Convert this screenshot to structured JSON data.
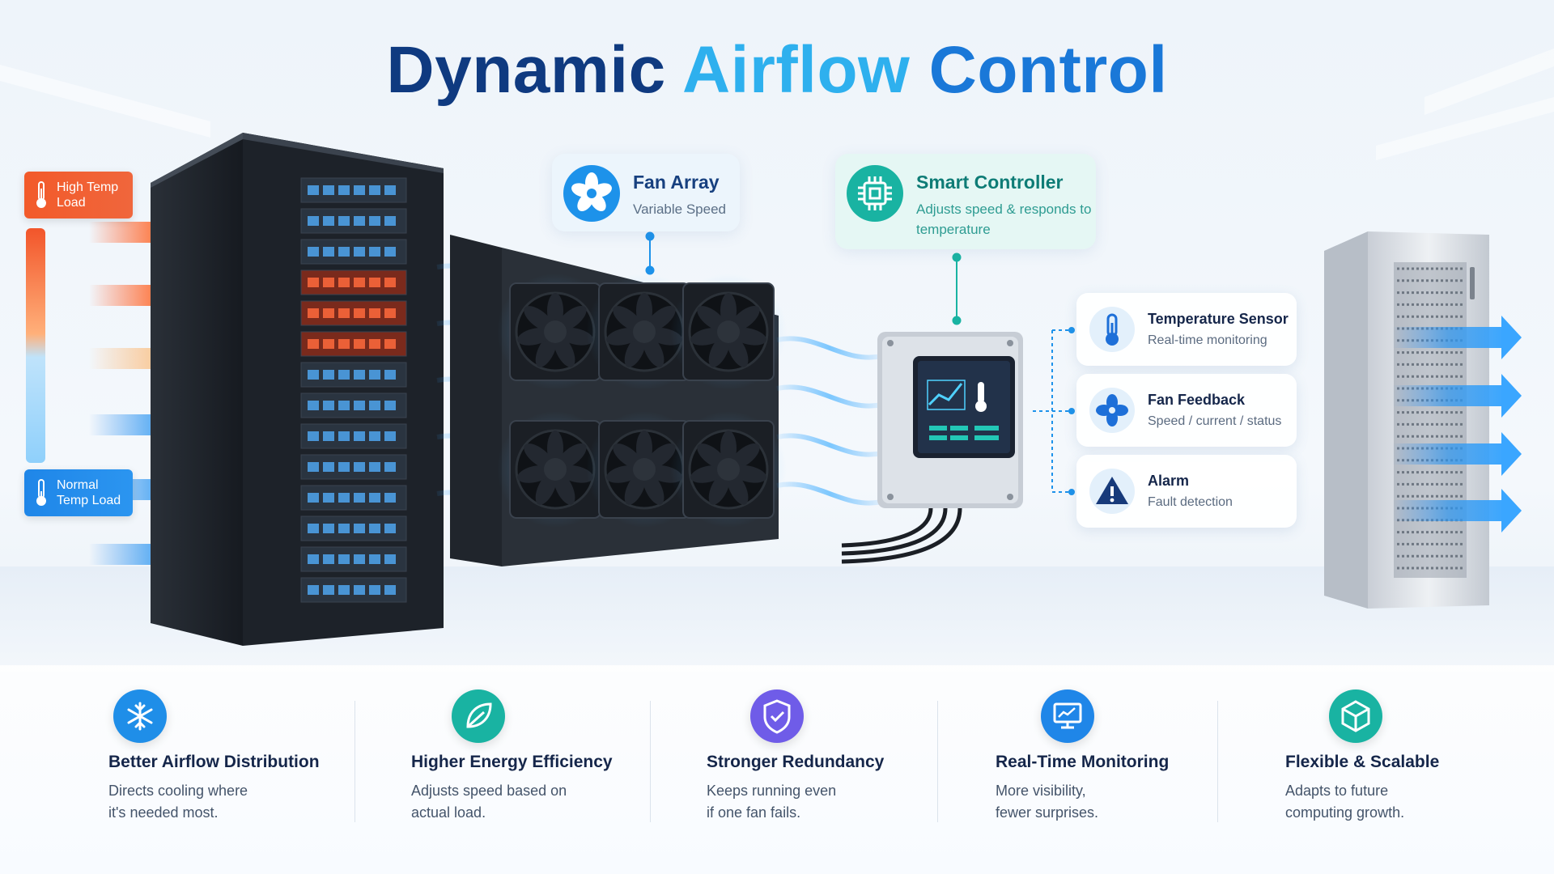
{
  "title": {
    "part1": "Dynamic",
    "part2": "Airflow",
    "part3": "Control"
  },
  "temperature_legend": {
    "high": "High Temp Load",
    "normal": "Normal Temp Load",
    "hot_color": "#f25a2a",
    "cool_color": "#1f86e8"
  },
  "callouts": {
    "fan_array": {
      "title": "Fan Array",
      "subtitle": "Variable Speed",
      "icon": "fan-icon"
    },
    "smart_controller": {
      "title": "Smart Controller",
      "subtitle": "Adjusts speed & responds to temperature",
      "icon": "chip-icon"
    }
  },
  "monitoring_cards": [
    {
      "title": "Temperature Sensor",
      "subtitle": "Real-time monitoring",
      "icon": "thermometer-icon"
    },
    {
      "title": "Fan Feedback",
      "subtitle": "Speed / current / status",
      "icon": "fan-icon"
    },
    {
      "title": "Alarm",
      "subtitle": "Fault detection",
      "icon": "alert-triangle-icon"
    }
  ],
  "features": [
    {
      "title": "Better Airflow Distribution",
      "line1": "Directs cooling where",
      "line2": "it's needed most.",
      "icon": "snowflake-icon",
      "color": "#1f8ee8"
    },
    {
      "title": "Higher Energy Efficiency",
      "line1": "Adjusts speed based on",
      "line2": "actual load.",
      "icon": "leaf-icon",
      "color": "#19b3a2"
    },
    {
      "title": "Stronger Redundancy",
      "line1": "Keeps running even",
      "line2": "if one fan fails.",
      "icon": "shield-check-icon",
      "color": "#6f5ce8"
    },
    {
      "title": "Real-Time Monitoring",
      "line1": "More visibility,",
      "line2": "fewer surprises.",
      "icon": "monitor-chart-icon",
      "color": "#1f86e8"
    },
    {
      "title": "Flexible & Scalable",
      "line1": "Adapts to future",
      "line2": "computing growth.",
      "icon": "cube-icon",
      "color": "#19b3a2"
    }
  ],
  "colors": {
    "accent_blue": "#1f86e8",
    "accent_teal": "#19b3a2",
    "title_navy": "#0f3a80",
    "hot": "#f25a2a"
  }
}
